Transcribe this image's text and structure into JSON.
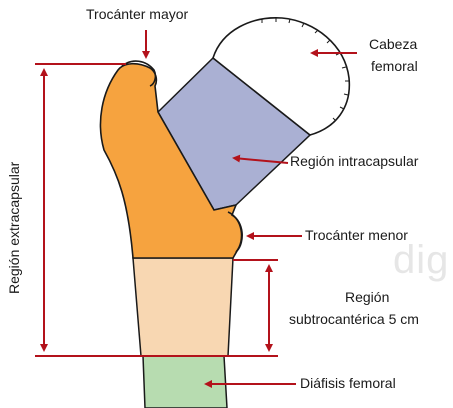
{
  "labels": {
    "greater_trochanter": "Trocánter mayor",
    "head_line1": "Cabeza",
    "head_line2": "femoral",
    "intracapsular": "Región intracapsular",
    "lesser_trochanter": "Trocánter menor",
    "subtro_line1": "Región",
    "subtro_line2": "subtrocantérica 5 cm",
    "shaft": "Diáfisis femoral",
    "extracapsular": "Región extracapsular"
  },
  "watermark": "dig",
  "colors": {
    "arrow": "#b3121b",
    "trochanter_region": "#f6a33f",
    "neck_region": "#aab0d3",
    "subtrochanteric_region": "#f8d7b2",
    "shaft_region": "#b7dcb0",
    "head_fill": "#ffffff",
    "outline": "#1a1a1a"
  }
}
